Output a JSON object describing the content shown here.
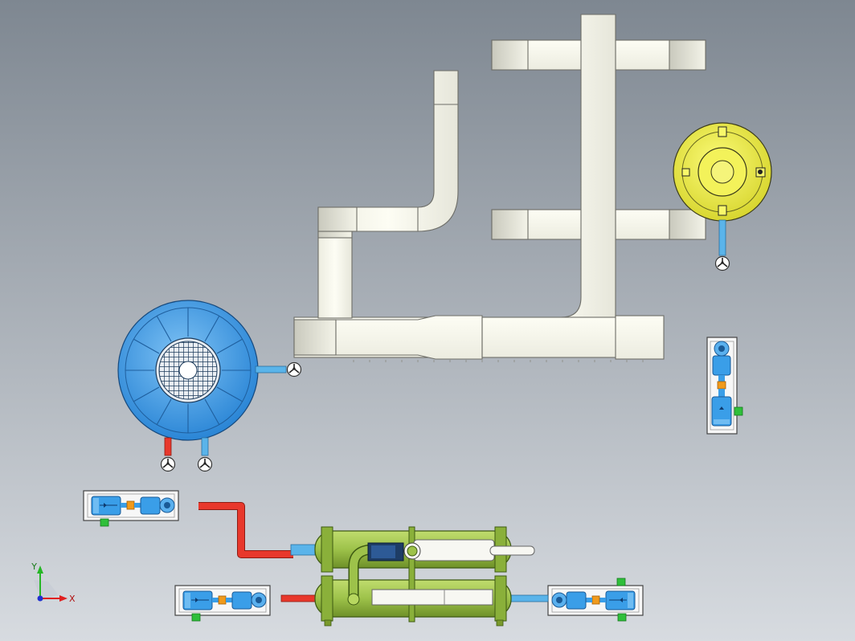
{
  "viewport": {
    "background_top": "#7e8791",
    "background_bottom": "#d7dbe0"
  },
  "colors": {
    "duct_fill": "#fbfbf0",
    "duct_stroke": "#6e6e68",
    "cooling_tower": "#4da6ea",
    "cooling_tower_dark": "#1f6fb8",
    "deaerator_tank": "#f1f04a",
    "exchanger_shell": "#9dc24a",
    "hot_water_pipe": "#e8382c",
    "cold_water_pipe": "#5ab4ea",
    "motor_blue": "#3a9ee8",
    "coupling_orange": "#f09a1c",
    "terminal_green": "#2fbf3a",
    "pump_base": "#f6f6f6",
    "valve_fill": "#ffffff"
  },
  "triad": {
    "x_label": "X",
    "y_label": "Y",
    "x_color": "#e02020",
    "y_color": "#25b625",
    "z_color": "#2030d0"
  },
  "components": {
    "duct_system": "air-duct-assembly",
    "cooling_tower": "round-cooling-tower",
    "deaerator": "yellow-round-tank",
    "heat_exchanger": "double-shell-heat-exchanger",
    "pumps": [
      "pump-unit-upper-left",
      "pump-unit-lower-left",
      "pump-unit-lower-right",
      "pump-unit-vertical-right"
    ]
  }
}
